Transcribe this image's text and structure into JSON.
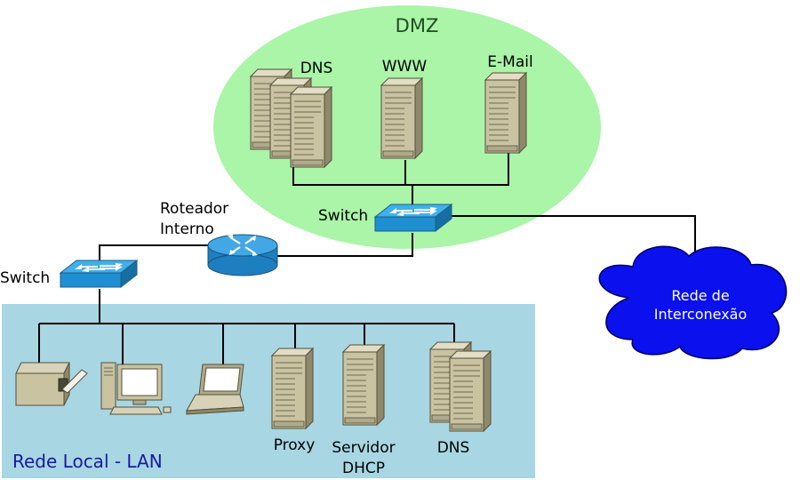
{
  "dmz": {
    "title": "DMZ",
    "servers": {
      "dns": "DNS",
      "www": "WWW",
      "email": "E-Mail"
    },
    "switch_label": "Switch"
  },
  "router": {
    "label_line1": "Roteador",
    "label_line2": "Interno"
  },
  "lan_switch": {
    "label": "Switch"
  },
  "cloud": {
    "label_line1": "Rede de",
    "label_line2": "Interconexão"
  },
  "lan": {
    "title": "Rede Local - LAN",
    "servers": {
      "proxy": "Proxy",
      "dhcp_line1": "Servidor",
      "dhcp_line2": "DHCP",
      "dns": "DNS"
    }
  },
  "colors": {
    "dmz_fill": "#aaf5a8",
    "lan_fill": "#a8d6e3",
    "cloud_fill": "#0a10ee",
    "switch_fill": "#2196d6",
    "router_fill": "#2e8fcf",
    "server_fill": "#c9c3a2",
    "lan_title": "#1a1aa0",
    "dmz_title": "#1f4d1f"
  }
}
